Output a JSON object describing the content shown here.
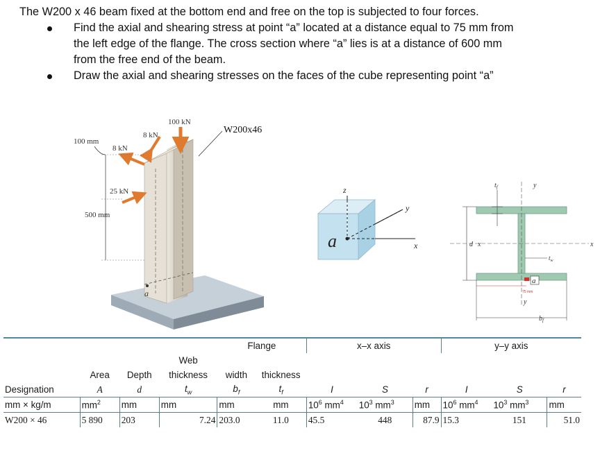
{
  "problem": {
    "intro": "The W200 x 46 beam fixed at the bottom end and free on the top is subjected to four forces.",
    "bullets": [
      {
        "lines": [
          "Find the axial and shearing stress at point “a” located at a distance equal to 75 mm from",
          "the left edge of the flange. The cross section where “a” lies is at a distance of 600 mm",
          "from the free end of the beam."
        ]
      },
      {
        "lines": [
          "Draw the axial and shearing stresses on the faces of the cube representing point “a”"
        ]
      }
    ]
  },
  "beam_figure": {
    "label_100mm": "100 mm",
    "label_8kN_left": "8 kN",
    "label_8kN_top": "8 kN",
    "label_100kN": "100 kN",
    "label_section": "W200x46",
    "label_25kN": "25 kN",
    "label_500mm": "500 mm",
    "label_point_a": "a",
    "colors": {
      "arrow": "#e07a2e",
      "beam": "#d9d4c8",
      "base": "#b8c3cd"
    }
  },
  "cube_figure": {
    "label_z": "z",
    "label_y": "y",
    "label_x": "x",
    "label_a": "a",
    "colors": {
      "cube": "#bfe0ef"
    }
  },
  "section_figure": {
    "label_tf": "t_f",
    "label_y_top": "y",
    "label_d": "d",
    "label_x_left": "x",
    "label_x_right": "x",
    "label_tw": "t_w",
    "label_a": "a",
    "label_75mm": "75 mm",
    "label_y_bottom": "y",
    "label_bf": "b_f",
    "colors": {
      "section": "#9fc9b0",
      "marker": "#d32f2f"
    }
  },
  "table": {
    "group_flange": "Flange",
    "group_xx": "x–x axis",
    "group_yy": "y–y axis",
    "head_web": "Web",
    "head_area": "Area",
    "head_depth": "Depth",
    "head_thickness_web": "thickness",
    "head_width": "width",
    "head_thickness_flange": "thickness",
    "head_designation": "Designation",
    "sym_A": "A",
    "sym_d": "d",
    "sym_tw": "t",
    "sym_tw_sub": "w",
    "sym_bf": "b",
    "sym_bf_sub": "f",
    "sym_tf": "t",
    "sym_tf_sub": "f",
    "sym_I_x": "I",
    "sym_S_x": "S",
    "sym_r_x": "r",
    "sym_I_y": "I",
    "sym_S_y": "S",
    "sym_r_y": "r",
    "units": {
      "designation": "mm × kg/m",
      "area_base": "mm",
      "area_exp": "2",
      "depth": "mm",
      "tw": "mm",
      "bf": "mm",
      "tf": "mm",
      "Ix_base": "10",
      "Ix_exp": "6",
      "Ix_unit": " mm",
      "Ix_unit_exp": "4",
      "Sx_base": "10",
      "Sx_exp": "3",
      "Sx_unit": " mm",
      "Sx_unit_exp": "3",
      "rx": "mm",
      "Iy_base": "10",
      "Iy_exp": "6",
      "Iy_unit": " mm",
      "Iy_unit_exp": "4",
      "Sy_base": "10",
      "Sy_exp": "3",
      "Sy_unit": " mm",
      "Sy_unit_exp": "3",
      "ry": "mm"
    },
    "row": {
      "designation": "W200 × 46",
      "area": "5 890",
      "depth": "203",
      "tw": "7.24",
      "bf": "203.0",
      "tf": "11.0",
      "Ix": "45.5",
      "Sx": "448",
      "rx": "87.9",
      "Iy": "15.3",
      "Sy": "151",
      "ry": "51.0"
    }
  }
}
